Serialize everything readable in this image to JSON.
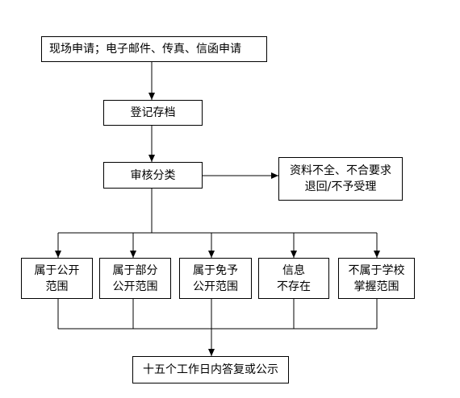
{
  "nodes": {
    "apply": "现场申请；电子邮件、传真、信函申请",
    "register": "登记存档",
    "review": "审核分类",
    "reject": "资料不全、不合要求\n退回/不予受理",
    "public": "属于公开\n范围",
    "partial": "属于部分\n公开范围",
    "exempt": "属于免予\n公开范围",
    "not_exist": "信息\n不存在",
    "not_school": "不属于学校\n掌握范围",
    "reply": "十五个工作日内答复或公示"
  },
  "colors": {
    "line": "#000000",
    "box_border": "#000000",
    "background": "#ffffff"
  }
}
